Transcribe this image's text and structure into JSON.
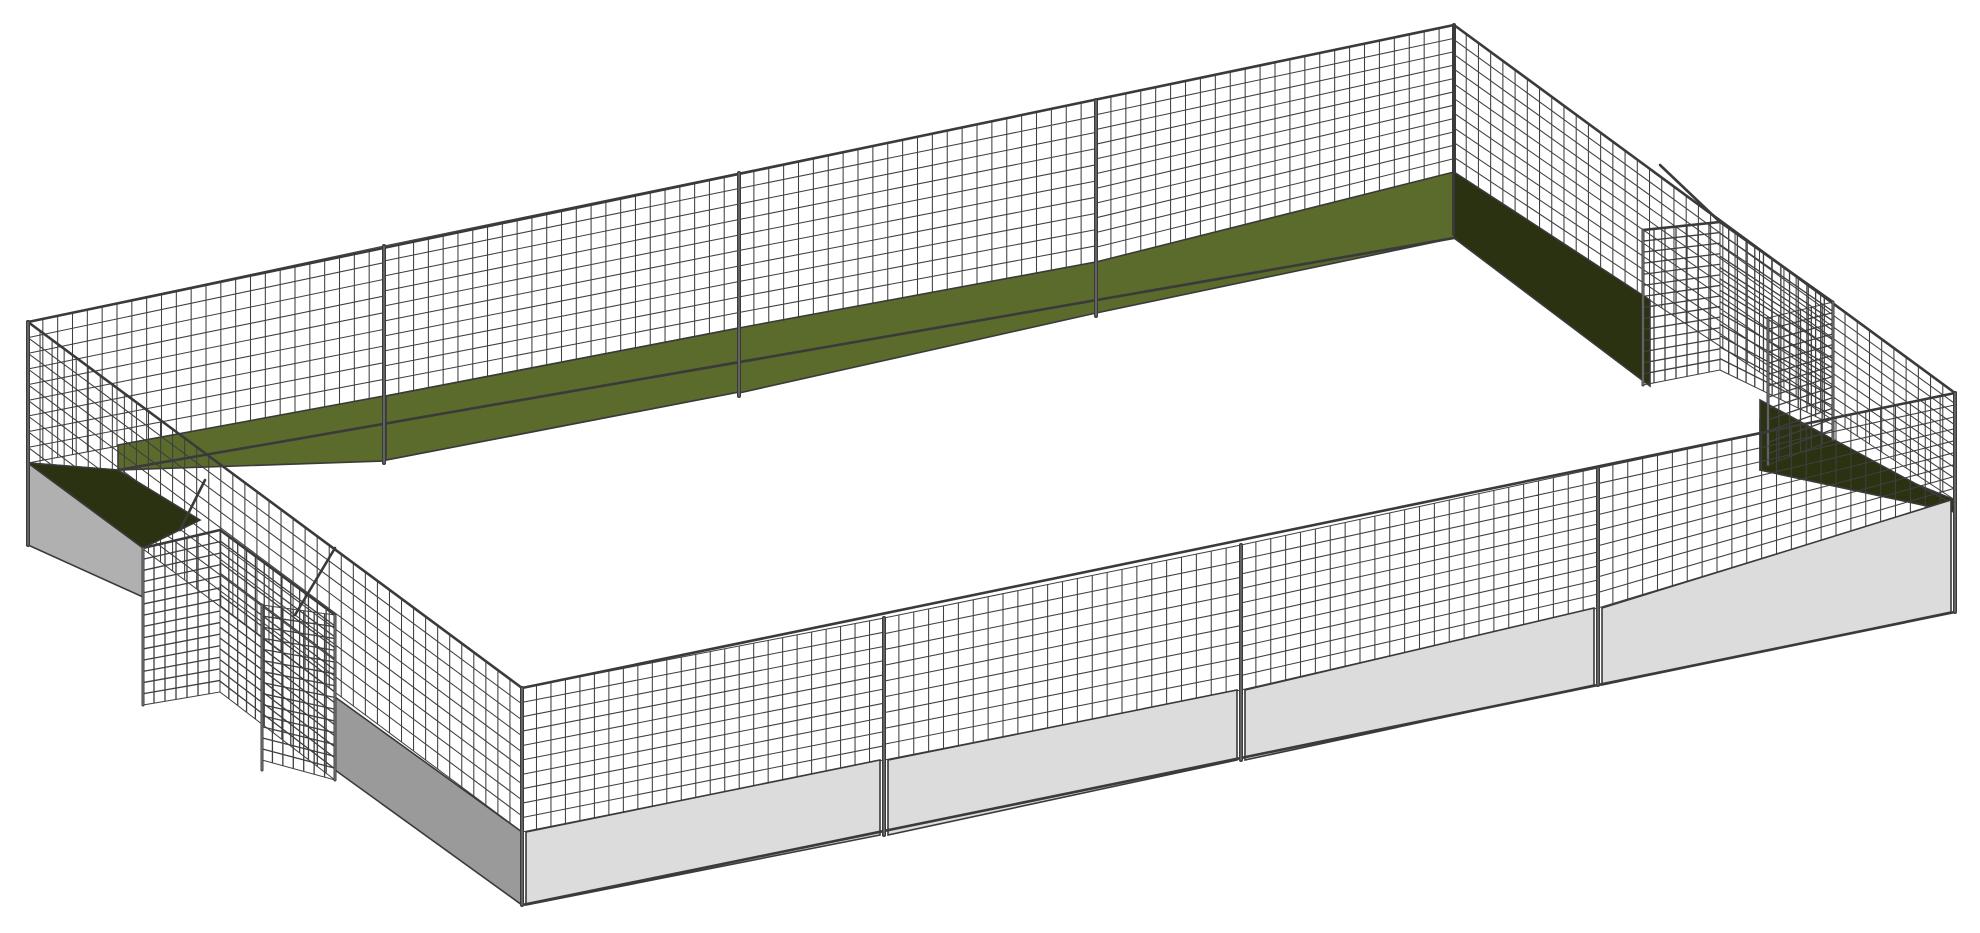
{
  "scene": {
    "subject": "",
    "colors": {
      "background": "#ffffff",
      "frame": "#3a3a3a",
      "mesh": "#3f3f3f",
      "panel_green": "#5a6b2c",
      "panel_green_dark": "#2a3212",
      "panel_grey_light": "#dcdcdc",
      "panel_grey_mid": "#b0b0b0",
      "panel_grey_dark": "#9a9a9a"
    },
    "counts": {
      "back_wall_sections": 4,
      "front_wall_sections": 4,
      "goals": 2
    }
  }
}
